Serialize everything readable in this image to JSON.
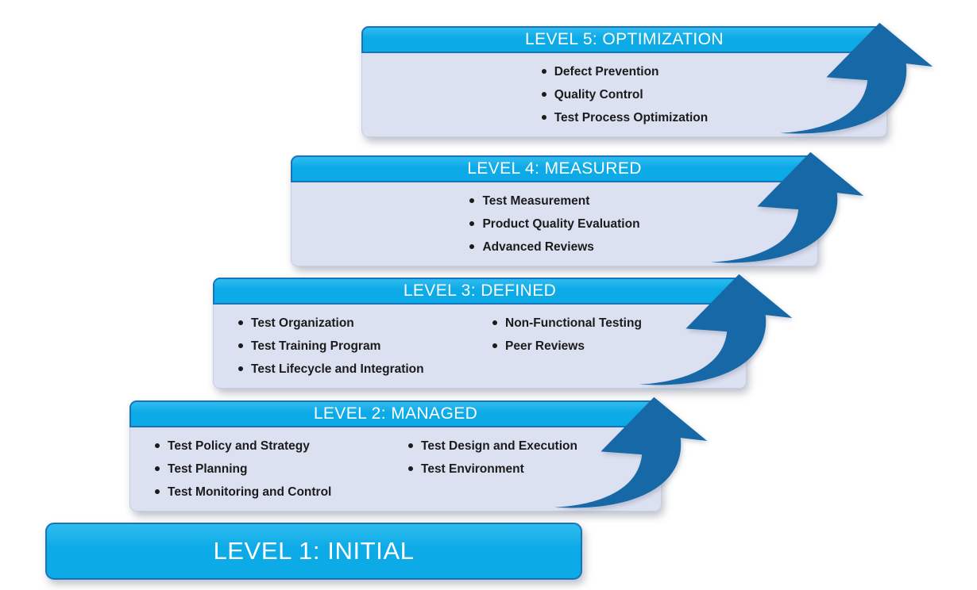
{
  "diagram": {
    "type": "test-maturity-staircase",
    "levels": [
      {
        "header": "LEVEL 5: OPTIMIZATION",
        "bullets_col1": [
          "Defect Prevention",
          "Quality Control",
          "Test Process Optimization"
        ],
        "bullets_col2": []
      },
      {
        "header": "LEVEL 4: MEASURED",
        "bullets_col1": [
          "Test Measurement",
          "Product Quality Evaluation",
          "Advanced Reviews"
        ],
        "bullets_col2": []
      },
      {
        "header": "LEVEL 3: DEFINED",
        "bullets_col1": [
          "Test Organization",
          "Test Training Program",
          "Test Lifecycle and Integration"
        ],
        "bullets_col2": [
          "Non-Functional Testing",
          "Peer Reviews"
        ]
      },
      {
        "header": "LEVEL 2: MANAGED",
        "bullets_col1": [
          "Test Policy and Strategy",
          "Test Planning",
          "Test Monitoring and Control"
        ],
        "bullets_col2": [
          "Test Design and Execution",
          "Test Environment"
        ]
      },
      {
        "header": "LEVEL 1: INITIAL",
        "bullets_col1": [],
        "bullets_col2": []
      }
    ],
    "colors": {
      "header_fill": "#0CAAE7",
      "header_fill_light": "#2FBCEF",
      "header_border": "#1B72B8",
      "body_fill": "#DCE1F2",
      "body_border": "#C7CEE2",
      "arrow_fill": "#1768A6",
      "header_text": "#FFFFFF",
      "bullet_text": "#1B1B1B",
      "background": "#FFFFFF"
    }
  }
}
